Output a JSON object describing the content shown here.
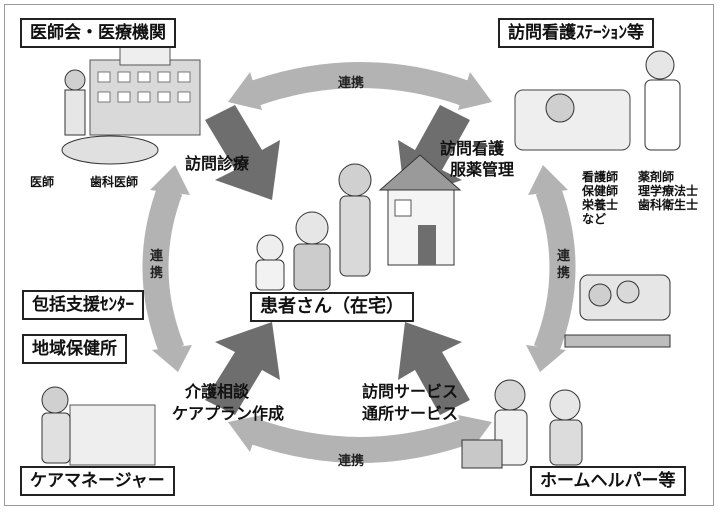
{
  "boxes": {
    "medical": "医師会・医療機関",
    "nursing_station": "訪問看護ｽﾃｰｼｮﾝ等",
    "support_center": "包括支援ｾﾝﾀｰ",
    "health_center": "地域保健所",
    "care_manager": "ケアマネージャー",
    "home_helper": "ホームヘルパー等",
    "patient": "患者さん（在宅）"
  },
  "labels": {
    "home_visit_care": "訪問診療",
    "home_nursing_line1": "訪問看護",
    "home_nursing_line2": "服薬管理",
    "consult_line1": "介護相談",
    "consult_line2": "ケアプラン作成",
    "service_line1": "訪問サービス",
    "service_line2": "通所サービス",
    "doctor": "医師",
    "dentist": "歯科医師",
    "renkei_top": "連携",
    "renkei_bottom": "連携",
    "renkei_left_1": "連",
    "renkei_left_2": "携",
    "renkei_right_1": "連",
    "renkei_right_2": "携"
  },
  "professions": {
    "col1": [
      "看護師",
      "保健師",
      "栄養士",
      "など"
    ],
    "col2": [
      "薬剤師",
      "理学療法士",
      "歯科衛生士"
    ]
  },
  "colors": {
    "cycle_arrow": "#b3b3b3",
    "inward_arrow": "#6e6e6e",
    "illustration": "#d9d9d9"
  },
  "icons": [
    "hospital-icon",
    "nurse-patient-icon",
    "family-house-icon",
    "meal-care-icon",
    "care-manager-icon",
    "helper-elderly-icon"
  ]
}
